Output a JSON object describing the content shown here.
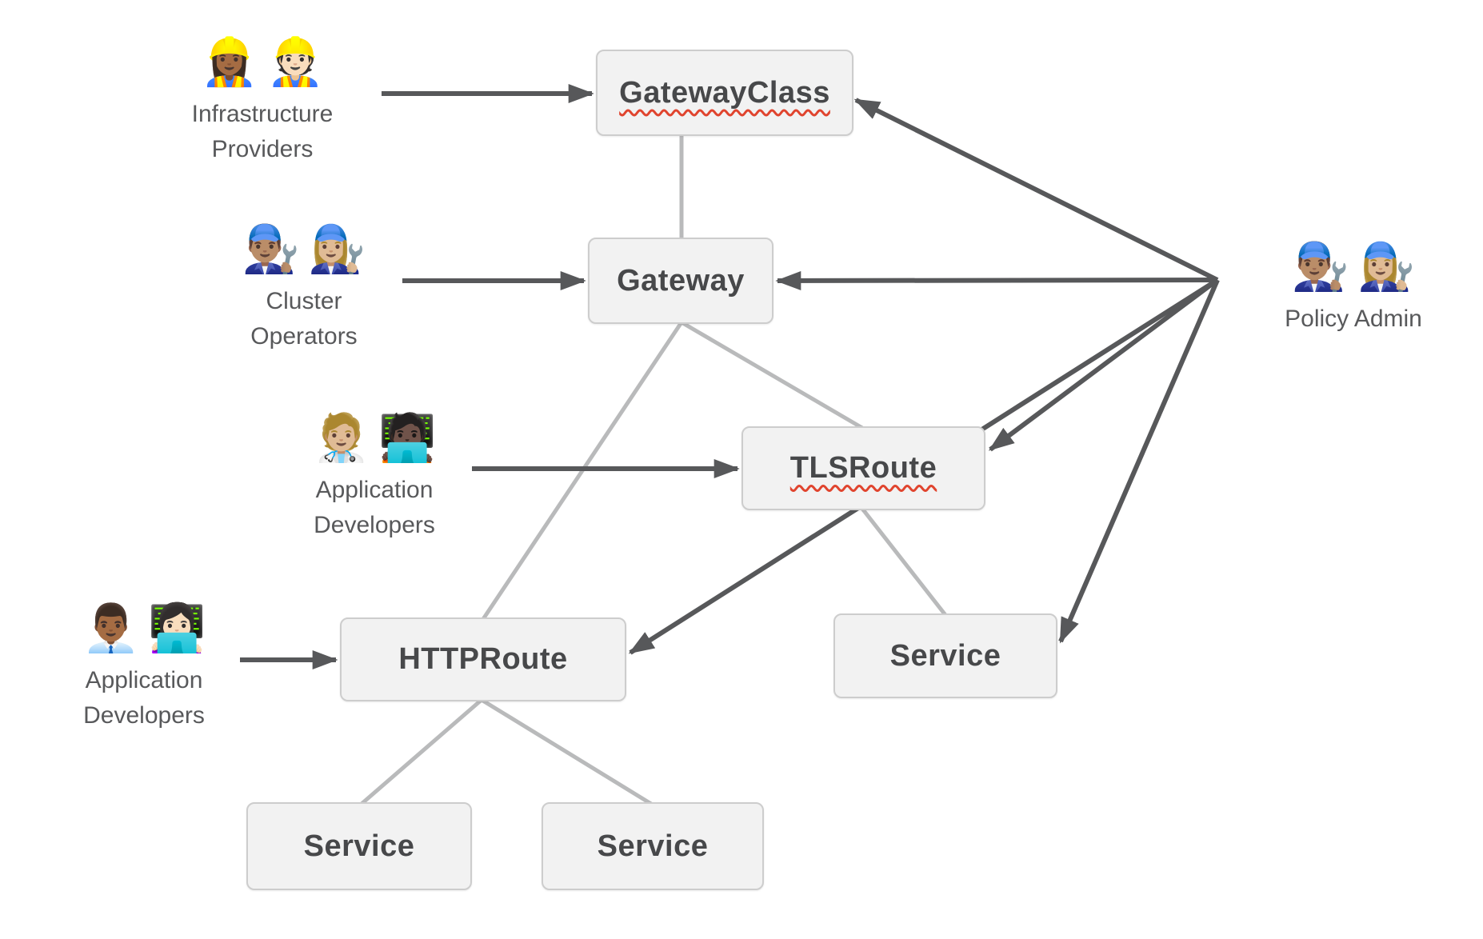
{
  "nodes": {
    "gatewayclass": {
      "label": "GatewayClass"
    },
    "gateway": {
      "label": "Gateway"
    },
    "tlsroute": {
      "label": "TLSRoute"
    },
    "httproute": {
      "label": "HTTPRoute"
    },
    "service_mid": {
      "label": "Service"
    },
    "service_bl": {
      "label": "Service"
    },
    "service_br": {
      "label": "Service"
    }
  },
  "personas": {
    "infrastructure_providers": {
      "emoji1": "👷🏾‍♀️",
      "emoji2": "👷🏻",
      "line1": "Infrastructure",
      "line2": "Providers"
    },
    "cluster_operators": {
      "emoji1": "👨🏽‍🔧",
      "emoji2": "👩🏼‍🔧",
      "line1": "Cluster",
      "line2": "Operators"
    },
    "app_devs_top": {
      "emoji1": "🧑🏼‍⚕️",
      "emoji2": "🧑🏿‍💻",
      "line1": "Application",
      "line2": "Developers"
    },
    "app_devs_bottom": {
      "emoji1": "👨🏾‍💼",
      "emoji2": "👩🏻‍💻",
      "line1": "Application",
      "line2": "Developers"
    },
    "policy_admin": {
      "emoji1": "👨🏽‍🔧",
      "emoji2": "👩🏼‍🔧",
      "line1": "Policy Admin",
      "line2": ""
    }
  },
  "edges": [
    {
      "from": "Infrastructure Providers",
      "to": "GatewayClass",
      "style": "arrow-dark"
    },
    {
      "from": "Cluster Operators",
      "to": "Gateway",
      "style": "arrow-dark"
    },
    {
      "from": "Application Developers",
      "to": "TLSRoute",
      "style": "arrow-dark"
    },
    {
      "from": "Application Developers",
      "to": "HTTPRoute",
      "style": "arrow-dark"
    },
    {
      "from": "Policy Admin",
      "to": "GatewayClass",
      "style": "arrow-dark"
    },
    {
      "from": "Policy Admin",
      "to": "Gateway",
      "style": "arrow-dark"
    },
    {
      "from": "Policy Admin",
      "to": "TLSRoute",
      "style": "arrow-dark"
    },
    {
      "from": "Policy Admin",
      "to": "HTTPRoute",
      "style": "arrow-dark"
    },
    {
      "from": "Policy Admin",
      "to": "Service",
      "style": "arrow-dark"
    },
    {
      "from": "GatewayClass",
      "to": "Gateway",
      "style": "plain-light"
    },
    {
      "from": "Gateway",
      "to": "TLSRoute",
      "style": "plain-light"
    },
    {
      "from": "Gateway",
      "to": "HTTPRoute",
      "style": "plain-light"
    },
    {
      "from": "TLSRoute",
      "to": "Service",
      "style": "plain-light"
    },
    {
      "from": "HTTPRoute",
      "to": "Service",
      "style": "plain-light"
    },
    {
      "from": "HTTPRoute",
      "to": "Service",
      "style": "plain-light"
    }
  ],
  "colors": {
    "background": "#ffffff",
    "node_fill": "#f2f2f2",
    "node_border": "#cdcdcd",
    "node_text": "#47484a",
    "label_text": "#58595b",
    "dark_arrow": "#57585a",
    "light_line": "#b9babb",
    "squiggle_red": "#e0442e"
  }
}
